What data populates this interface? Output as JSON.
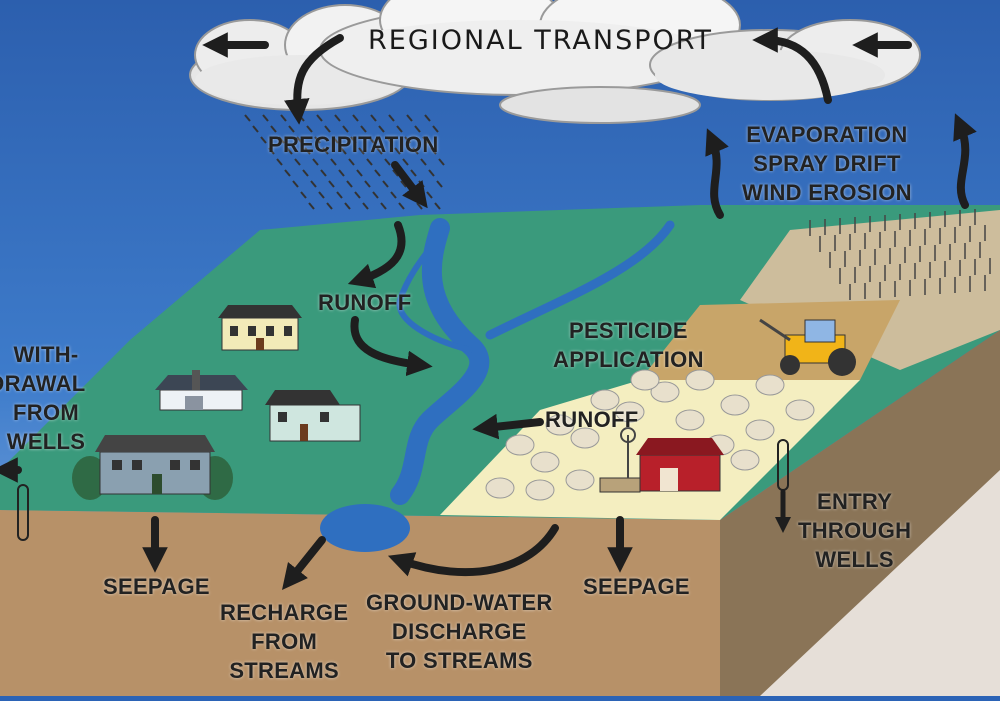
{
  "diagram": {
    "title": "REGIONAL TRANSPORT",
    "labels": {
      "precipitation": "PRECIPITATION",
      "evaporation": [
        "EVAPORATION",
        "SPRAY DRIFT",
        "WIND EROSION"
      ],
      "runoff_top": "RUNOFF",
      "runoff_field": "RUNOFF",
      "pesticide": [
        "PESTICIDE",
        "APPLICATION"
      ],
      "withdrawal": [
        "WITH-",
        "DRAWAL",
        "FROM",
        "WELLS"
      ],
      "entry": [
        "ENTRY",
        "THROUGH",
        "WELLS"
      ],
      "seepage_left": "SEEPAGE",
      "seepage_right": "SEEPAGE",
      "recharge": [
        "RECHARGE",
        "FROM",
        "STREAMS"
      ],
      "discharge": [
        "GROUND-WATER",
        "DISCHARGE",
        "TO STREAMS"
      ]
    },
    "colors": {
      "sky": "#2b63b6",
      "land": "#3a9a7c",
      "soil": "#b79168",
      "river": "#2f6fc0",
      "field_light": "#f4eec0",
      "field_dark": "#c8a569",
      "wheat_field": "#cdbd9c",
      "arrow": "#1e1e1e"
    }
  }
}
